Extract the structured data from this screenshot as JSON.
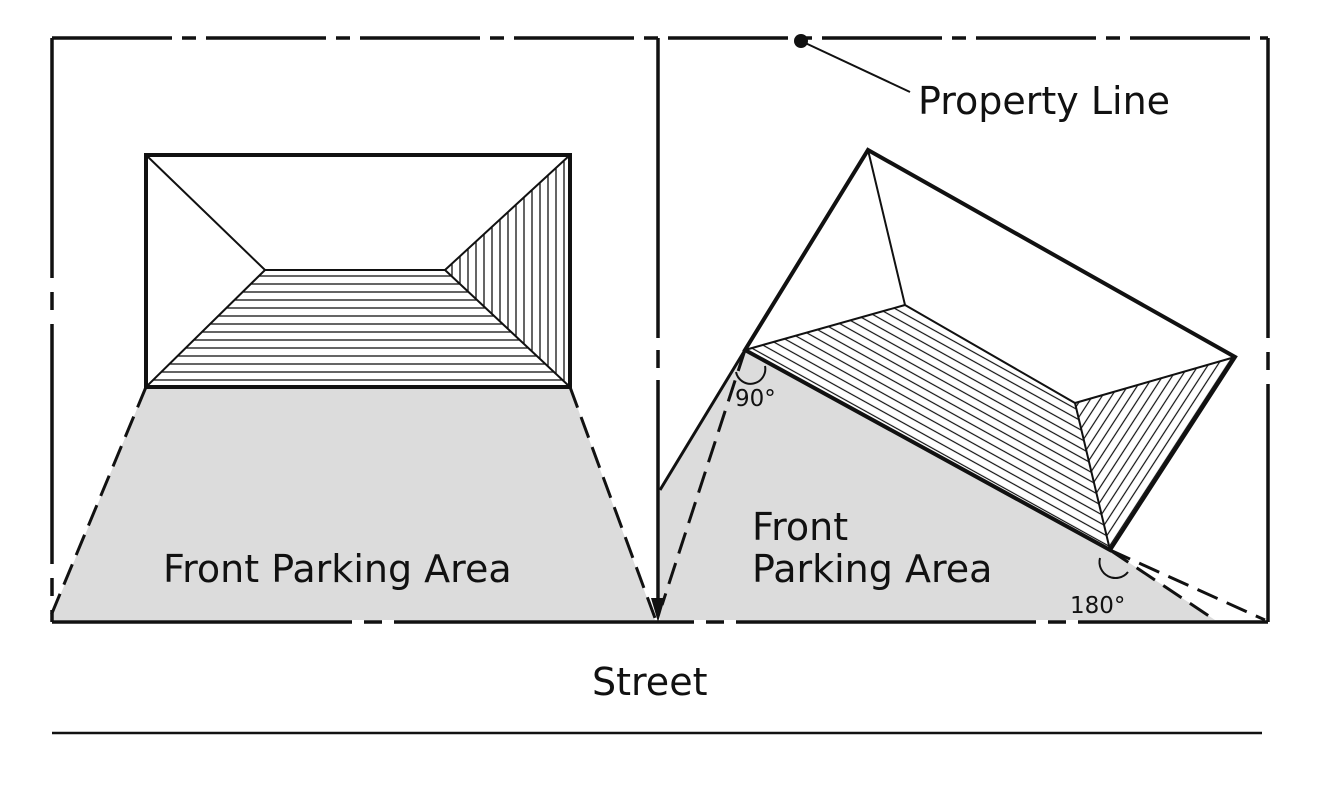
{
  "diagram": {
    "property_line_label": "Property Line",
    "left_lot": {
      "parking_label": "Front Parking Area"
    },
    "right_lot": {
      "parking_label_line1": "Front",
      "parking_label_line2": "Parking Area",
      "angle_left": "90°",
      "angle_right": "180°"
    },
    "street_label": "Street",
    "colors": {
      "ink": "#111111",
      "parking_fill": "#dcdcdc"
    }
  }
}
